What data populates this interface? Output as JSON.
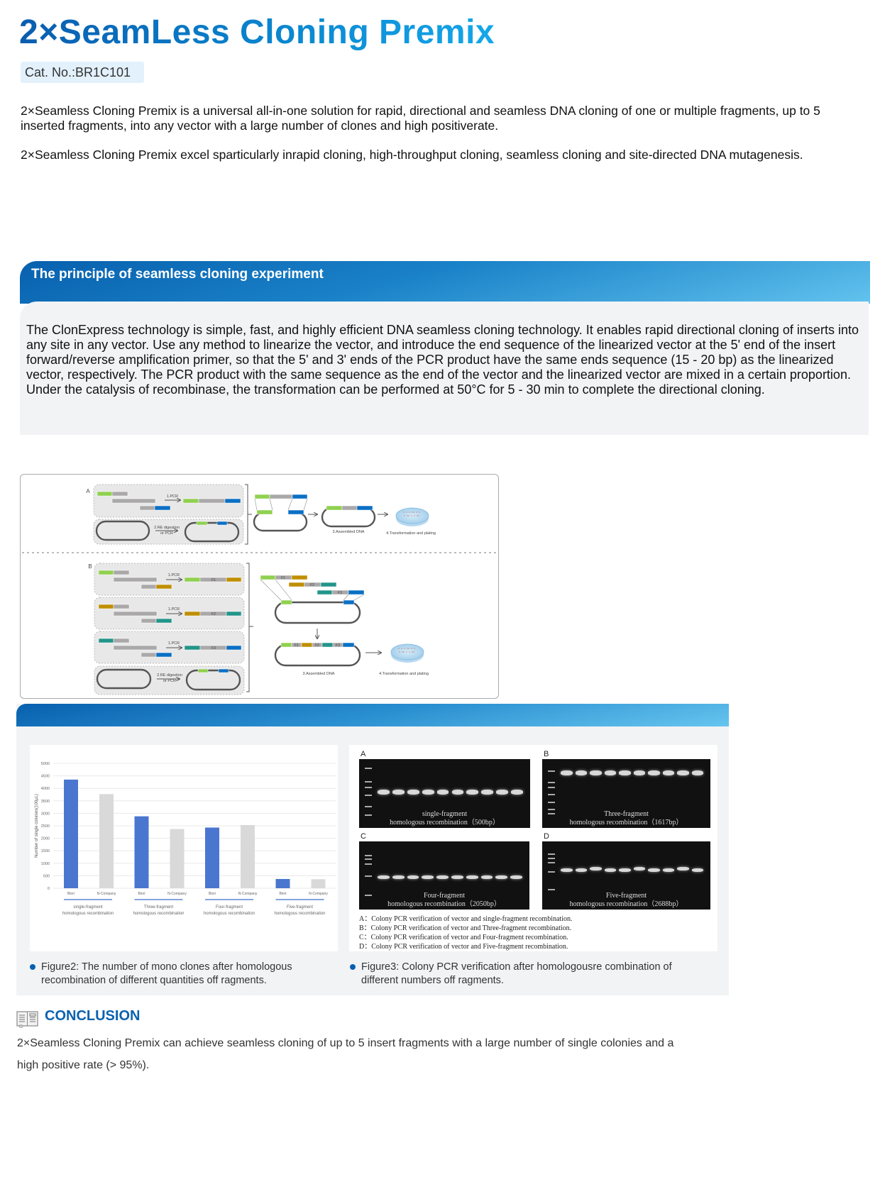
{
  "header": {
    "title": "2×SeamLess Cloning Premix",
    "cat_no": "Cat. No.:BR1C101"
  },
  "intro": {
    "p1_line1": "2×Seamless Cloning Premix is a universal all-in-one solution for rapid, directional and seamless DNA cloning of one or multiple fragments, up to 5",
    "p1_line2": "inserted fragments, into any vector with a large number of clones and high positiverate.",
    "p2": "2×Seamless Cloning Premix excel sparticularly inrapid cloning, high-throughput cloning, seamless cloning and site-directed DNA mutagenesis."
  },
  "principle": {
    "heading": "The principle of seamless cloning experiment",
    "body": "The ClonExpress technology is simple, fast, and highly efficient DNA seamless cloning technology. It enables rapid directional cloning of inserts into any site in any vector. Use any method to linearize the vector, and introduce the end sequence of the linearized vector at the 5' end of the insert forward/reverse amplification primer, so that the 5' and 3' ends of the PCR product have the same ends sequence (15 - 20 bp) as the linearized vector, respectively. The PCR product with the same sequence as the end of the vector and the linearized vector are mixed in a certain proportion. Under the catalysis of recombinase, the transformation can be performed at 50°C for 5 - 30 min to complete the directional cloning."
  },
  "diagram": {
    "panel_a": "A",
    "panel_b": "B",
    "pcr": "1.PCR",
    "re_digestion": "2.RE digestion",
    "or_pcr": "or PCR",
    "assembled": "3.Assembled DNA",
    "plating": "4.Transformation and plating",
    "fragments": [
      "F1",
      "F2",
      "F3"
    ],
    "colors": {
      "green": "#8fd14f",
      "gold": "#c08f00",
      "teal": "#23958a",
      "blue": "#0a70c4",
      "gray": "#aaa8a8"
    }
  },
  "chart_data": {
    "type": "bar",
    "ylabel": "Number of single colonies(100μL)",
    "ylim": [
      0,
      5000
    ],
    "yticks": [
      "0",
      "500",
      "1000",
      "1500",
      "2000",
      "2500",
      "3000",
      "3500",
      "4000",
      "4500",
      "5000"
    ],
    "groups": [
      {
        "line1": "single-fragment",
        "line2": "homologous recombination"
      },
      {
        "line1": "Three-fragment",
        "line2": "homologous recombination"
      },
      {
        "line1": "Four-fragment",
        "line2": "homologous recombination"
      },
      {
        "line1": "Five-fragment",
        "line2": "homologous recombination"
      }
    ],
    "series": [
      {
        "name": "Biori",
        "color": "#4a76cf",
        "values": [
          4350,
          2880,
          2430,
          370
        ]
      },
      {
        "name": "N-Company",
        "color": "#d9d9d9",
        "values": [
          3770,
          2370,
          2530,
          360
        ]
      }
    ],
    "grid": true
  },
  "gels": [
    {
      "letter": "A",
      "line1": "single-fragment",
      "line2": "homologous recombination（500bp）"
    },
    {
      "letter": "B",
      "line1": "Three-fragment",
      "line2": "homologous recombination（1617bp）"
    },
    {
      "letter": "C",
      "line1": "Four-fragment",
      "line2": "homologous recombination（2050bp）"
    },
    {
      "letter": "D",
      "line1": "Five-fragment",
      "line2": "homologous recombination（2688bp）"
    }
  ],
  "gel_legend": [
    "A：Colony PCR verification of vector and single-fragment recombination.",
    "B：Colony PCR verification of vector and Three-fragment recombination.",
    "C：Colony PCR verification of vector and Four-fragment recombination.",
    "D：Colony PCR verification of vector and  Five-fragment recombination."
  ],
  "captions": {
    "fig2_line1": "Figure2: The number of mono clones after homologous",
    "fig2_line2": "recombination of different quantities off ragments.",
    "fig3_line1": "Figure3: Colony PCR verification after homologousre combination of",
    "fig3_line2": "different numbers off ragments."
  },
  "conclusion": {
    "heading": "CONCLUSION",
    "line1": "2×Seamless Cloning Premix can achieve seamless cloning of up to 5 insert fragments with a large number of single colonies and a",
    "line2": "high positive rate (> 95%)."
  }
}
